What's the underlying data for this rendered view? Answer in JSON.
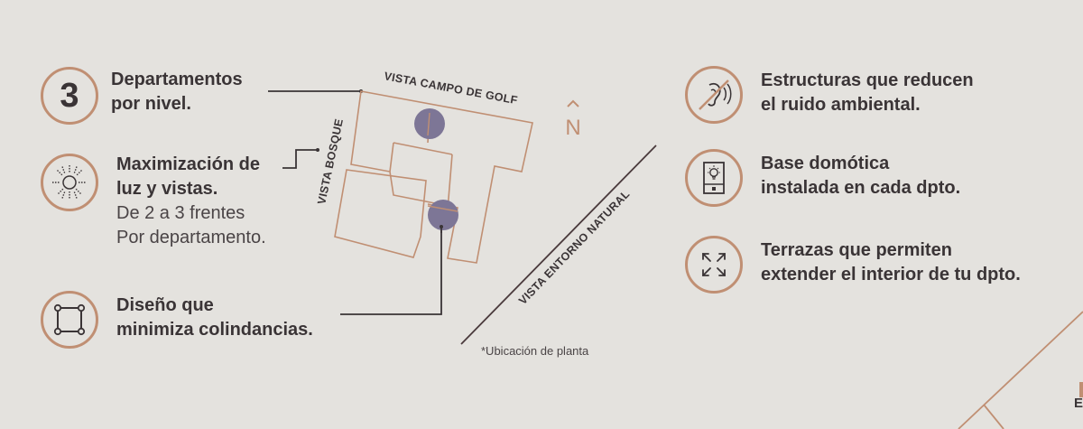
{
  "left_features": [
    {
      "icon_text": "3",
      "icon": "number-icon",
      "bold_lines": [
        "Departamentos",
        "por nivel."
      ],
      "light_lines": []
    },
    {
      "icon": "light-sun-icon",
      "bold_lines": [
        "Maximización de",
        "luz y vistas."
      ],
      "light_lines": [
        "De 2 a 3 frentes",
        "Por departamento."
      ]
    },
    {
      "icon": "square-nodes-icon",
      "bold_lines": [
        "Diseño que",
        "minimiza colindancias."
      ],
      "light_lines": []
    }
  ],
  "right_features": [
    {
      "icon": "no-noise-ear-icon",
      "bold_lines": [
        "Estructuras que reducen",
        "el ruido ambiental."
      ]
    },
    {
      "icon": "smart-home-lightbulb-icon",
      "bold_lines": [
        "Base domótica",
        "instalada en cada dpto."
      ]
    },
    {
      "icon": "expand-arrows-icon",
      "bold_lines": [
        "Terrazas que permiten",
        "extender el interior de tu dpto."
      ]
    }
  ],
  "map": {
    "label_top": "VISTA CAMPO DE GOLF",
    "label_left": "VISTA BOSQUE",
    "label_diag": "VISTA ENTORNO NATURAL",
    "north": "N",
    "note": "*Ubicación de planta"
  },
  "corner_letter": "E",
  "colors": {
    "accent": "#c08f73",
    "dark": "#3a3436",
    "marker": "#7d7696",
    "background": "#e4e2de"
  }
}
